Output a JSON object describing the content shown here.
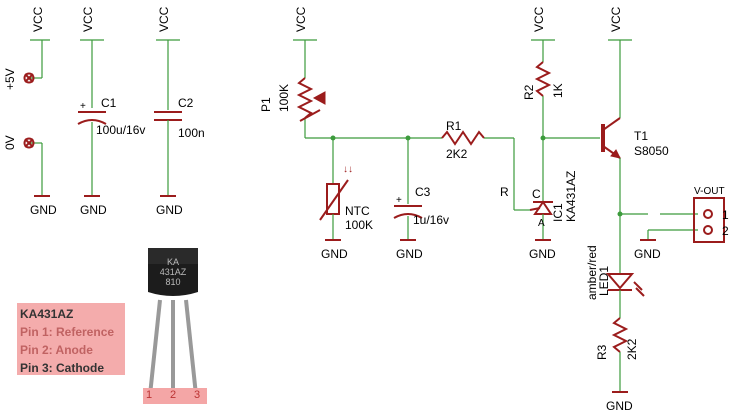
{
  "power": {
    "vcc": "VCC",
    "gnd": "GND",
    "plus5v": "+5V",
    "zero_v": "0V"
  },
  "components": {
    "c1": {
      "name": "C1",
      "value": "100u/16v"
    },
    "c2": {
      "name": "C2",
      "value": "100n"
    },
    "p1": {
      "name": "P1",
      "value": "100K"
    },
    "r1": {
      "name": "R1",
      "value": "2K2"
    },
    "r2": {
      "name": "R2",
      "value": "1K"
    },
    "t1": {
      "name": "T1",
      "value": "S8050"
    },
    "ntc": {
      "name": "NTC",
      "value": "100K"
    },
    "c3": {
      "name": "C3",
      "value": "1u/16v"
    },
    "ic1": {
      "name": "IC1",
      "value": "KA431AZ",
      "pin_r": "R",
      "pin_c": "C",
      "pin_a": "A"
    },
    "led1": {
      "name": "LED1",
      "value": "amber/red"
    },
    "r3": {
      "name": "R3",
      "value": "2K2"
    },
    "vout": {
      "name": "V-OUT",
      "pin1": "1",
      "pin2": "2"
    }
  },
  "package": {
    "marking_line1": "KA",
    "marking_line2": "431AZ",
    "marking_line3": "810"
  },
  "info": {
    "title": "KA431AZ",
    "pin1": "Pin 1: Reference",
    "pin2": "Pin 2: Anode",
    "pin3": "Pin 3: Cathode",
    "pin_numbers": [
      "1",
      "2",
      "3"
    ]
  },
  "colors": {
    "wire": "#3c9b3c",
    "symbol": "#9b1c1c",
    "info_bg": "#f4a6a6"
  }
}
